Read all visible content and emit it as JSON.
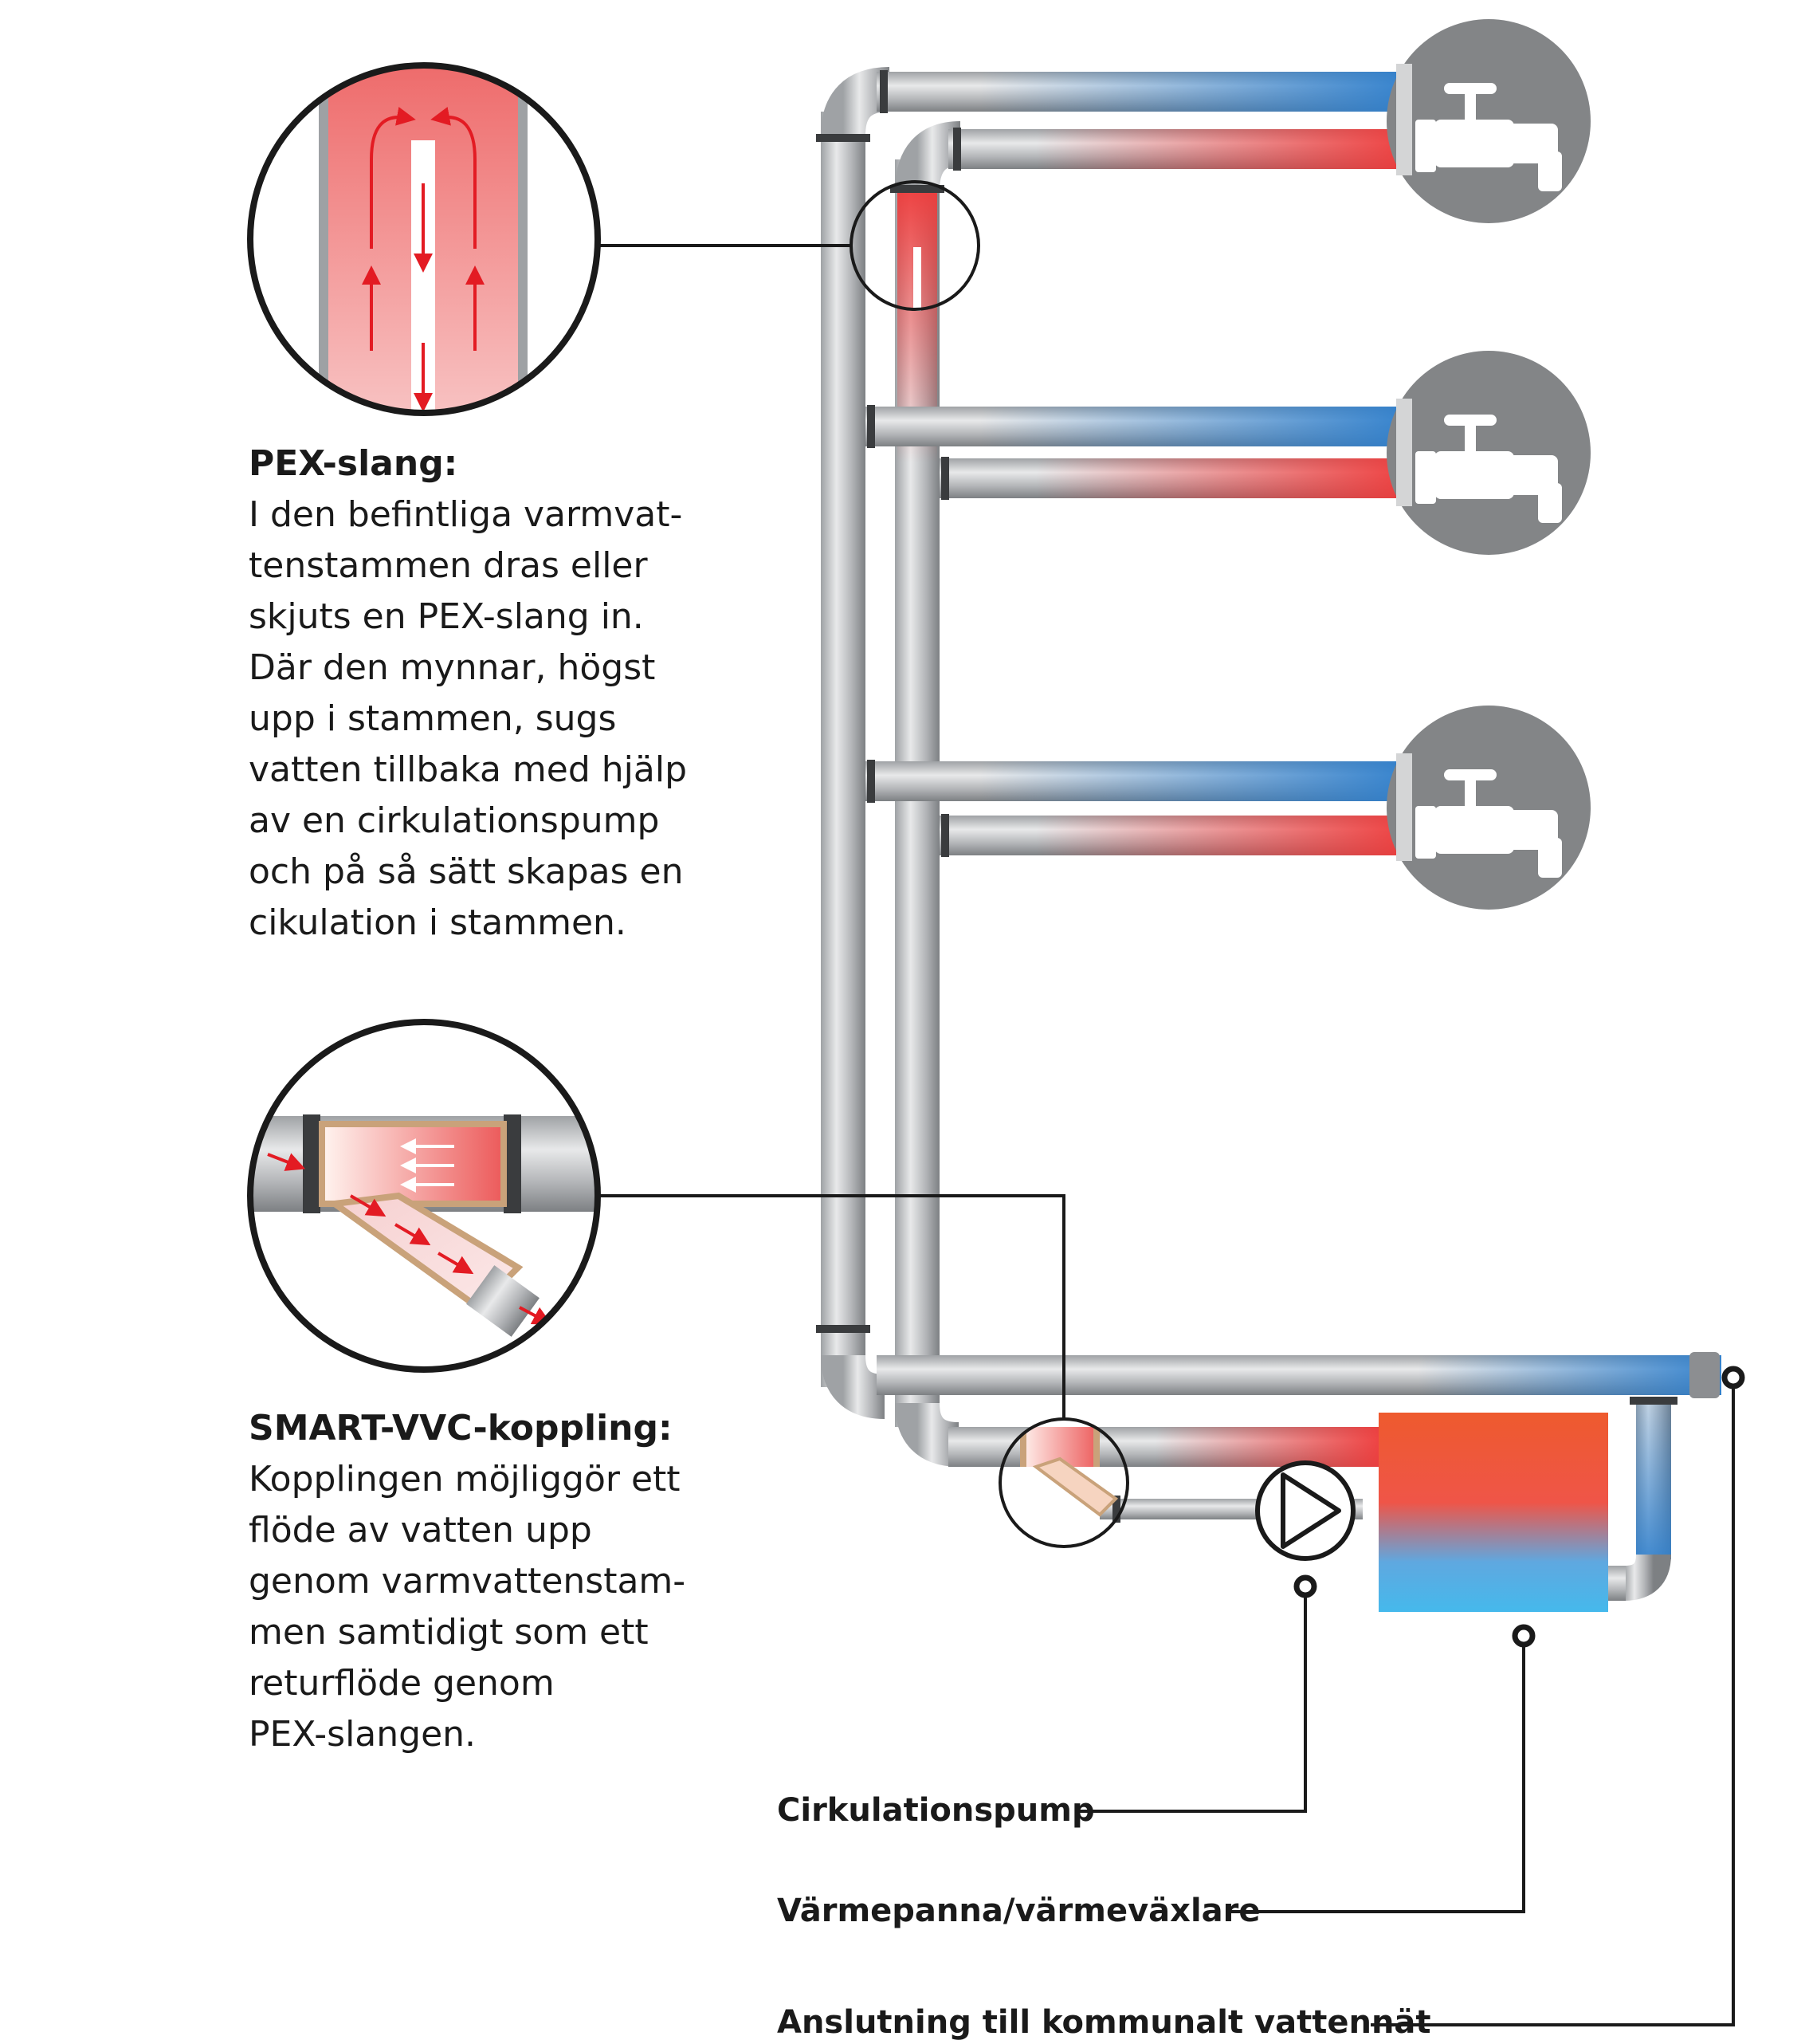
{
  "pex": {
    "title": "PEX-slang:",
    "lines": [
      "I den befintliga varmvat-",
      "tenstammen dras eller",
      "skjuts en PEX-slang in.",
      "Där den mynnar, högst",
      "upp i stammen, sugs",
      "vatten tillbaka med hjälp",
      "av en cirkulationspump",
      "och på så sätt skapas en",
      "cikulation i stammen."
    ]
  },
  "vvc": {
    "title": "SMART-VVC-koppling:",
    "lines": [
      "Kopplingen möjliggör ett",
      "flöde av vatten upp",
      "genom varmvattenstam-",
      "men samtidigt som ett",
      "returflöde genom",
      "PEX-slangen."
    ]
  },
  "legend": {
    "pump": "Cirkulationspump",
    "boiler": "Värmepanna/värmeväxlare",
    "connection": "Anslutning till kommunalt vattennät"
  },
  "colors": {
    "cold": "#2f7fcc",
    "hot": "#ee3b3b",
    "pipe": "#b9bbbe",
    "tap_circle": "#838587",
    "line": "#1a1a1a"
  }
}
